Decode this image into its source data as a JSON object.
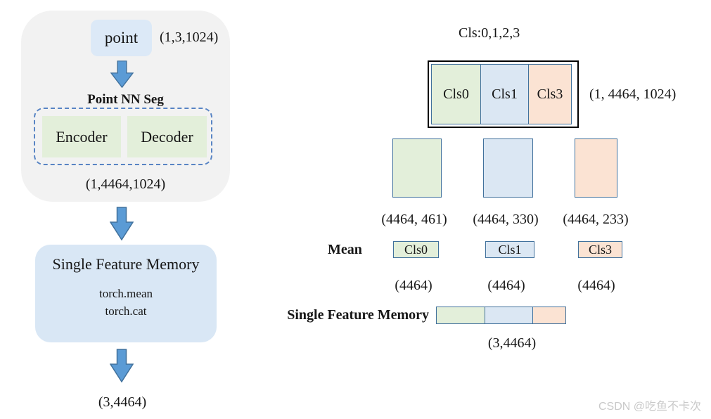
{
  "pipeline": {
    "input_label": "point",
    "input_dim": "(1,3,1024)",
    "model_title": "Point NN Seg",
    "encoder_label": "Encoder",
    "decoder_label": "Decoder",
    "model_output_dim": "(1,4464,1024)",
    "memory_title": "Single Feature Memory",
    "memory_op1": "torch.mean",
    "memory_op2": "torch.cat",
    "output_dim": "(3,4464)"
  },
  "classes": {
    "header": "Cls:0,1,2,3",
    "concat_dim": "(1, 4464, 1024)",
    "segments": [
      {
        "label": "Cls0",
        "split_dim": "(4464, 461)",
        "mean_dim": "(4464)"
      },
      {
        "label": "Cls1",
        "split_dim": "(4464, 330)",
        "mean_dim": "(4464)"
      },
      {
        "label": "Cls3",
        "split_dim": "(4464, 233)",
        "mean_dim": "(4464)"
      }
    ],
    "mean_label": "Mean",
    "memory_label": "Single Feature Memory",
    "memory_dim": "(3,4464)"
  },
  "colors": {
    "class_green": "#e3efda",
    "class_blue": "#dbe7f3",
    "class_orange": "#fbe3d3",
    "arrow_fill": "#5b9bd5",
    "arrow_stroke": "#41719c",
    "box_border": "#41719c",
    "dashed_border": "#5884c4",
    "container_gray": "#f2f2f2",
    "input_box_blue": "#dce9f7",
    "memory_box_blue": "#d9e7f5"
  },
  "watermark": "CSDN @吃鱼不卡次"
}
